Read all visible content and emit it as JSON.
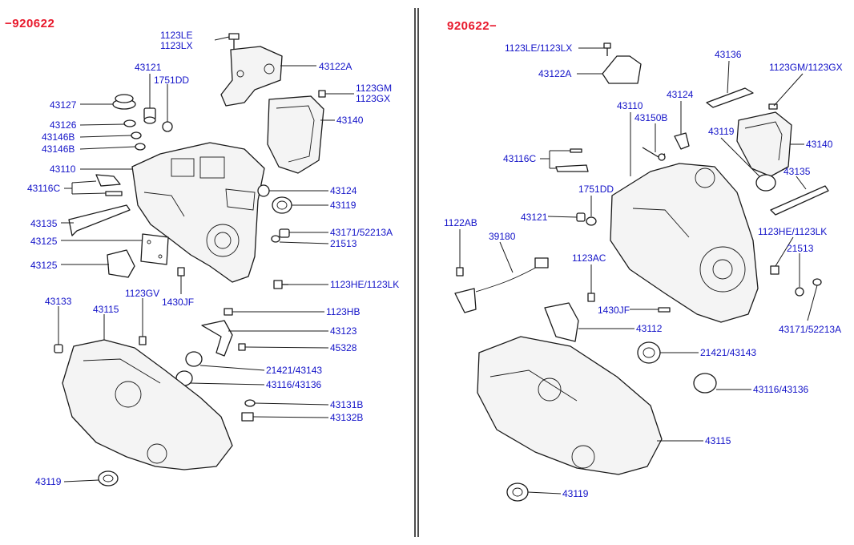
{
  "left_panel": {
    "date_range": "−920622",
    "labels": [
      "1123LE",
      "1123LX",
      "43122A",
      "43121",
      "1751DD",
      "1123GM",
      "1123GX",
      "43127",
      "43140",
      "43126",
      "43146B",
      "43146B",
      "43110",
      "43116C",
      "43124",
      "43119",
      "43135",
      "43171/52213A",
      "21513",
      "43125",
      "43125",
      "1123HE/1123LK",
      "1123GV",
      "1430JF",
      "43133",
      "43115",
      "1123HB",
      "43123",
      "45328",
      "21421/43143",
      "43116/43136",
      "43131B",
      "43132B",
      "43119"
    ]
  },
  "right_panel": {
    "date_range": "920622−",
    "labels": [
      "1123LE/1123LX",
      "43136",
      "43122A",
      "1123GM/1123GX",
      "43124",
      "43110",
      "43150B",
      "43119",
      "43140",
      "43116C",
      "43135",
      "1751DD",
      "1122AB",
      "43121",
      "1123HE/1123LK",
      "39180",
      "21513",
      "1123AC",
      "43171/52213A",
      "1430JF",
      "43112",
      "21421/43143",
      "43116/43136",
      "43115",
      "43119"
    ]
  }
}
